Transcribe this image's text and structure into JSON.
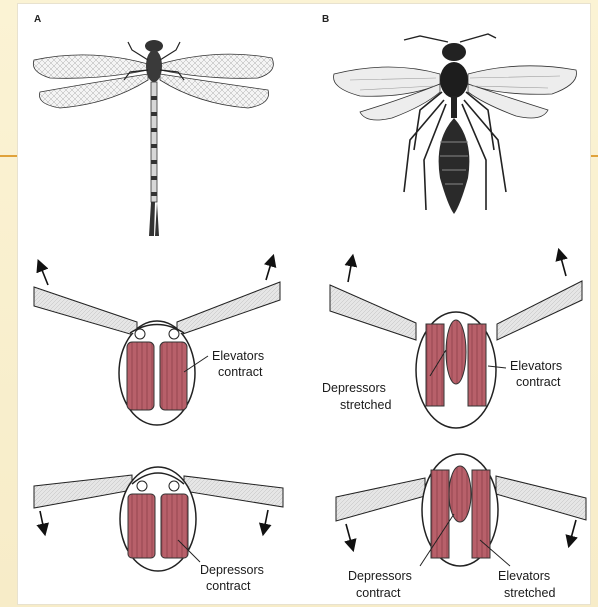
{
  "panels": {
    "a": {
      "letter": "A",
      "top_label_line1": "Elevators",
      "top_label_line2": "contract",
      "bottom_label_line1": "Depressors",
      "bottom_label_line2": "contract"
    },
    "b": {
      "letter": "B",
      "top_left_label_line1": "Depressors",
      "top_left_label_line2": "stretched",
      "top_right_label_line1": "Elevators",
      "top_right_label_line2": "contract",
      "bottom_left_label_line1": "Depressors",
      "bottom_left_label_line2": "contract",
      "bottom_right_label_line1": "Elevators",
      "bottom_right_label_line2": "stretched"
    }
  },
  "colors": {
    "muscle": "#b8606a",
    "muscle_stripe": "#8e3f49",
    "wing": "#e4e4e4",
    "outline": "#222222",
    "slide_accent": "#e0a23a"
  }
}
